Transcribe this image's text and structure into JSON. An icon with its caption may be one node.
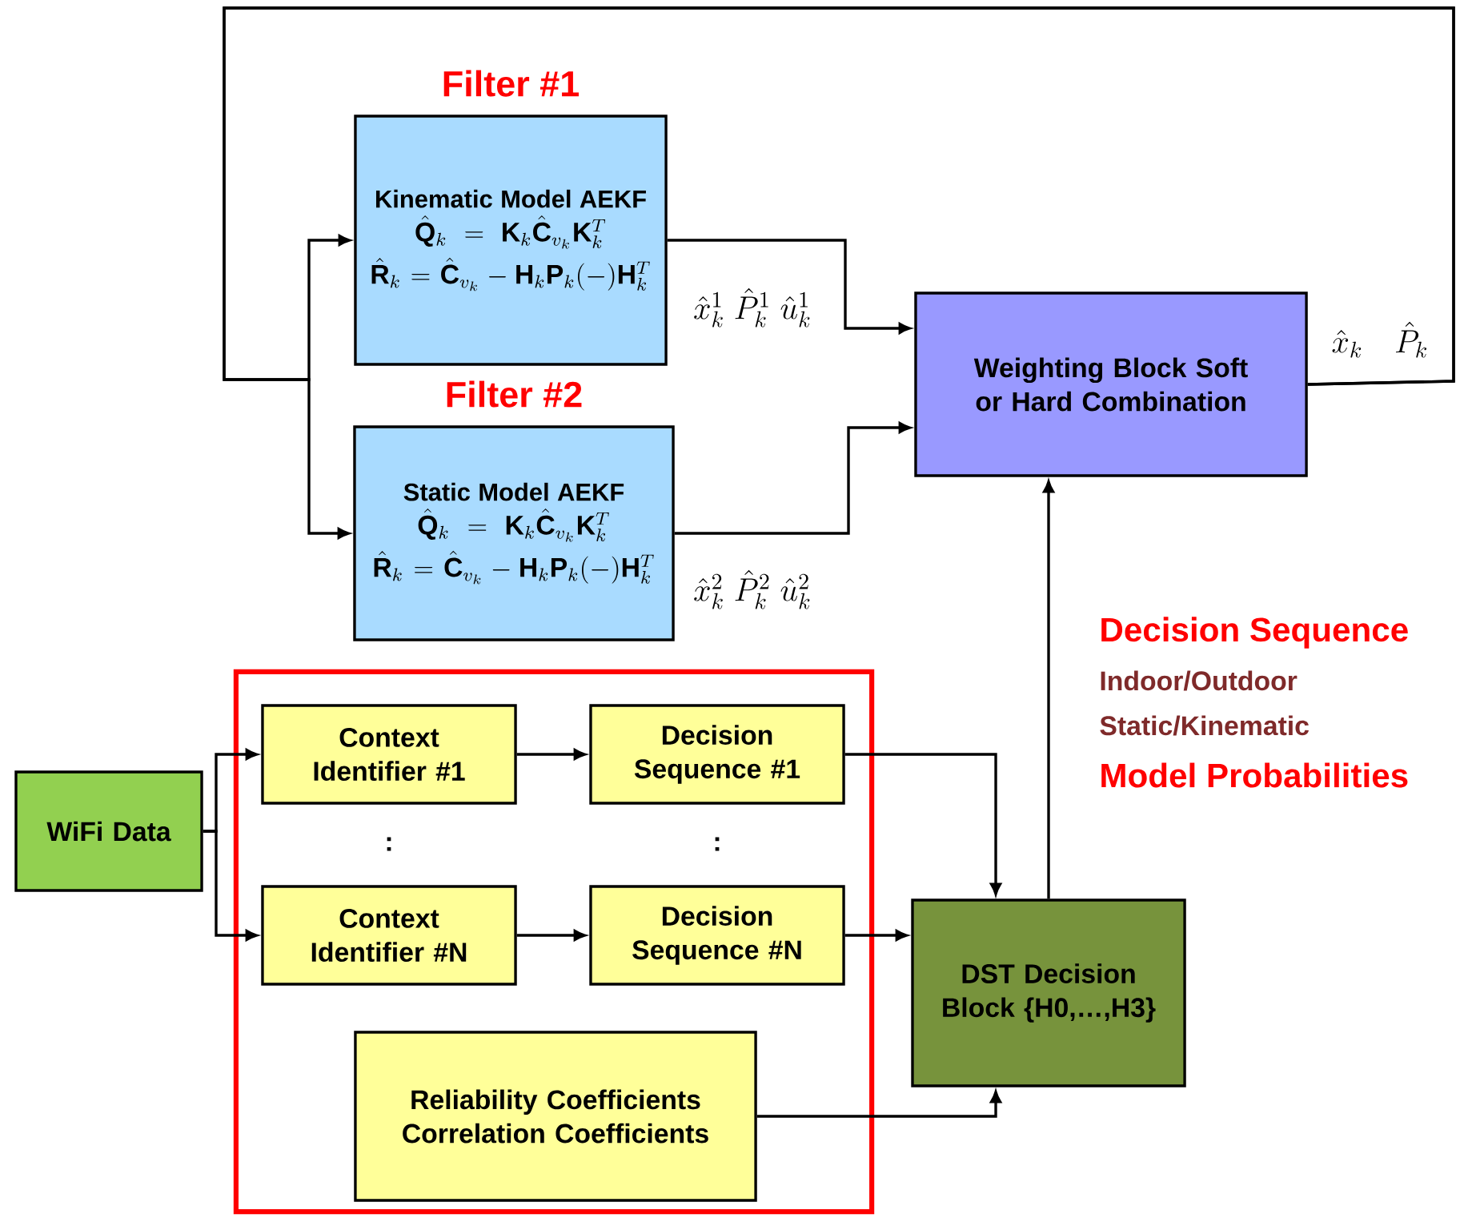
{
  "diagram": {
    "nodes": [
      {
        "text": [
          "Filter #1",
          "Kinematic Model AEKF",
          "\\hat{\\mathbf{Q}}_k = \\mathbf{K}_k \\hat{\\mathbf{C}}_{v_k} \\mathbf{K}_k^T",
          "\\hat{\\mathbf{R}}_k = \\hat{\\mathbf{C}}_{v_k} - \\mathbf{H}_k \\mathbf{P}_k(-) \\mathbf{H}_k^T"
        ]
      },
      {
        "text": [
          "Filter #2",
          "Static Model AEKF",
          "\\hat{\\mathbf{Q}}_k = \\mathbf{K}_k \\hat{\\mathbf{C}}_{v_k} \\mathbf{K}_k^T",
          "\\hat{\\mathbf{R}}_k = \\hat{\\mathbf{C}}_{v_k} - \\mathbf{H}_k \\mathbf{P}_k(-) \\mathbf{H}_k^T"
        ]
      },
      {
        "text": [
          "Weighting Block Soft or Hard Combination"
        ]
      },
      {
        "text": [],
        "shape": "box"
      },
      {
        "text": [
          "WiFi Data"
        ]
      },
      {
        "text": [
          "Context Identifier #1"
        ],
        "in": 3
      },
      {
        "text": [
          "Decision Sequence #1"
        ],
        "in": 3
      },
      {
        "text": [
          "Context Identifier #N"
        ],
        "in": 3
      },
      {
        "text": [
          "Decision Sequence #N"
        ],
        "in": 3
      },
      {
        "text": [
          "Reliability Coefficients Correlation Coefficients"
        ],
        "in": 3
      },
      {
        "text": [
          "DST Decision Block {H0,…,H3}"
        ]
      }
    ],
    "edges": [
      {
        "from": 2,
        "to": 0,
        "arrow": "to",
        "label": "\\hat{x}_k \\quad \\hat{P}_k"
      },
      {
        "from": 2,
        "to": 1,
        "arrow": "to"
      },
      {
        "from": 0,
        "to": 2,
        "arrow": "to",
        "label": "\\hat{x}_k^1 \\; \\hat{P}_k^1 \\; \\hat{u}_k^1"
      },
      {
        "from": 1,
        "to": 2,
        "arrow": "to",
        "label": "\\hat{x}_k^2 \\; \\hat{P}_k^2 \\; \\hat{u}_k^2"
      },
      {
        "from": 4,
        "to": 5,
        "arrow": "to"
      },
      {
        "from": 4,
        "to": 7,
        "arrow": "to"
      },
      {
        "from": 5,
        "to": 6,
        "arrow": "to"
      },
      {
        "from": 7,
        "to": 8,
        "arrow": "to"
      },
      {
        "from": 6,
        "to": 10,
        "arrow": "to"
      },
      {
        "from": 8,
        "to": 10,
        "arrow": "to"
      },
      {
        "from": 9,
        "to": 10,
        "arrow": "to"
      },
      {
        "from": 10,
        "to": 2,
        "arrow": "to"
      }
    ],
    "labels": [
      ":",
      ":",
      "Decision Sequence",
      "Indoor/Outdoor",
      "Static/Kinematic",
      "Model Probabilities"
    ]
  }
}
